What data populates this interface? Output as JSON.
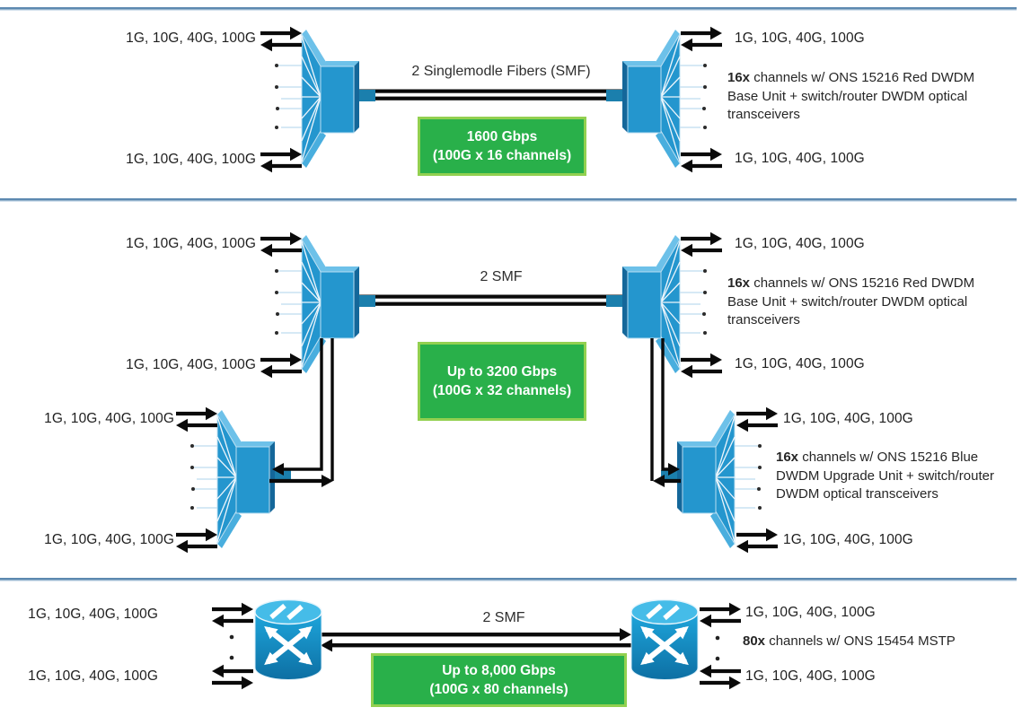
{
  "icons": {
    "multiplexer": "dwdm-mux-icon",
    "optical_switch": "roadm-optical-switch-icon",
    "client_arrows": "bidirectional-arrow-pair-icon"
  },
  "colors": {
    "device_blue": "#2496ce",
    "device_blue_light": "#6dc1e9",
    "device_blue_dark": "#14679a",
    "port_teal": "#1b7fad",
    "capacity_green": "#29b04a",
    "capacity_border_green": "#92d050",
    "divider_blue": "#5d89b0",
    "arrow_black": "#0a0a0a"
  },
  "top": {
    "left_rate_top": "1G, 10G, 40G, 100G",
    "left_rate_bottom": "1G, 10G, 40G, 100G",
    "right_rate_top": "1G, 10G, 40G, 100G",
    "right_rate_bottom": "1G, 10G, 40G, 100G",
    "fiber_label": "2 Singlemodle Fibers (SMF)",
    "capacity_line1": "1600 Gbps",
    "capacity_line2": "(100G x 16 channels)",
    "note_bold": "16x",
    "note_rest": " channels w/ ONS 15216 Red DWDM Base Unit + switch/router DWDM optical transceivers"
  },
  "middle": {
    "upper_left_rate_top": "1G, 10G, 40G, 100G",
    "upper_left_rate_bottom": "1G, 10G, 40G, 100G",
    "upper_right_rate_top": "1G, 10G, 40G, 100G",
    "upper_right_rate_bottom": "1G, 10G, 40G, 100G",
    "lower_left_rate_top": "1G, 10G, 40G, 100G",
    "lower_left_rate_bottom": "1G, 10G, 40G, 100G",
    "lower_right_rate_top": "1G, 10G, 40G, 100G",
    "lower_right_rate_bottom": "1G, 10G, 40G, 100G",
    "fiber_label": "2 SMF",
    "capacity_line1": "Up to 3200 Gbps",
    "capacity_line2": "(100G x 32 channels)",
    "note_red_bold": "16x",
    "note_red_rest": " channels w/ ONS 15216 Red DWDM Base Unit + switch/router DWDM optical transceivers",
    "note_blue_bold": "16x",
    "note_blue_rest": " channels w/ ONS 15216 Blue DWDM Upgrade Unit + switch/router DWDM optical transceivers"
  },
  "bottom": {
    "left_rate_top": "1G, 10G, 40G, 100G",
    "left_rate_bottom": "1G, 10G, 40G, 100G",
    "right_rate_top": "1G, 10G, 40G, 100G",
    "right_rate_bottom": "1G, 10G, 40G, 100G",
    "fiber_label": "2 SMF",
    "capacity_line1": "Up to 8,000 Gbps",
    "capacity_line2": "(100G x 80 channels)",
    "note_bold": "80x",
    "note_rest": " channels w/ ONS 15454 MSTP"
  }
}
